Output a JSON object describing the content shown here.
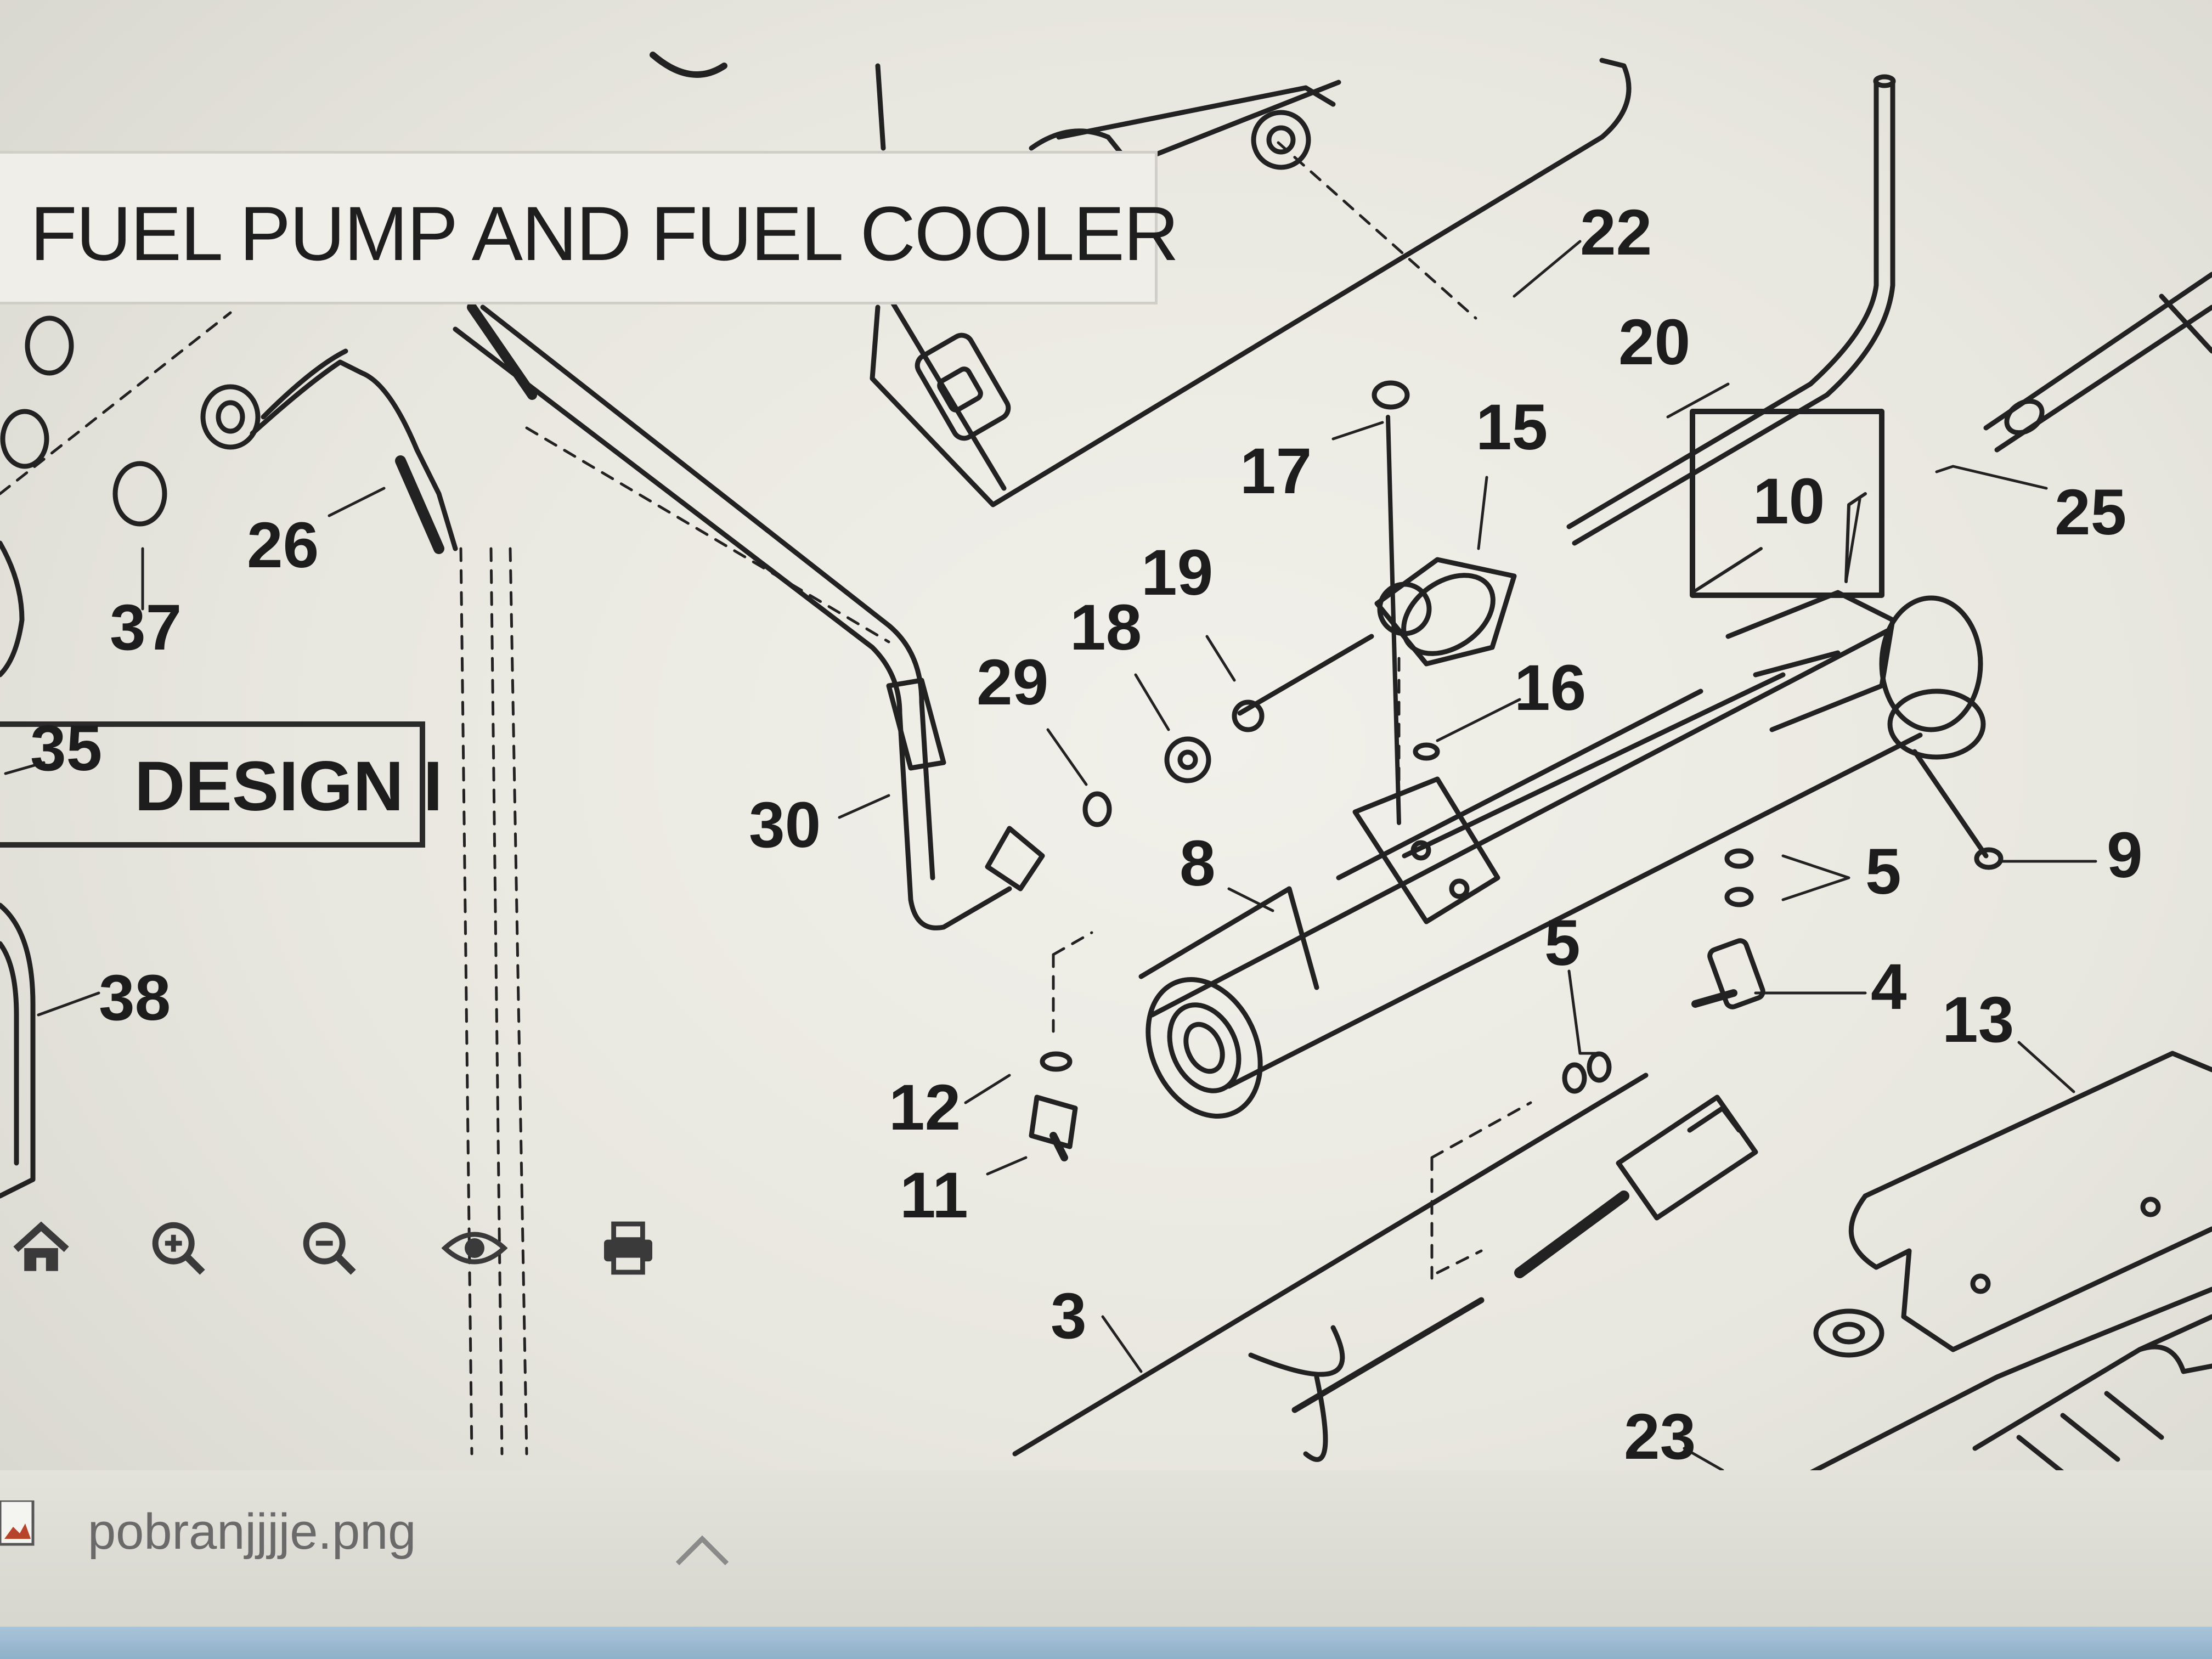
{
  "header": {
    "title": "FUEL PUMP AND FUEL COOLER"
  },
  "design_label": "DESIGN I",
  "callouts": {
    "c22": "22",
    "c20": "20",
    "c15": "15",
    "c17": "17",
    "c10": "10",
    "c25": "25",
    "c26": "26",
    "c37": "37",
    "c19": "19",
    "c18": "18",
    "c29": "29",
    "c16": "16",
    "c35": "35",
    "c30": "30",
    "c8": "8",
    "c9": "9",
    "c5a": "5",
    "c5b": "5",
    "c4": "4",
    "c38": "38",
    "c13": "13",
    "c12": "12",
    "c11": "11",
    "c3": "3",
    "c23": "23"
  },
  "toolbar": {
    "icons": [
      "home-icon",
      "zoom-in-icon",
      "zoom-out-icon",
      "eye-icon",
      "print-icon"
    ]
  },
  "download_bar": {
    "file_name": "pobranjjjje.png"
  }
}
